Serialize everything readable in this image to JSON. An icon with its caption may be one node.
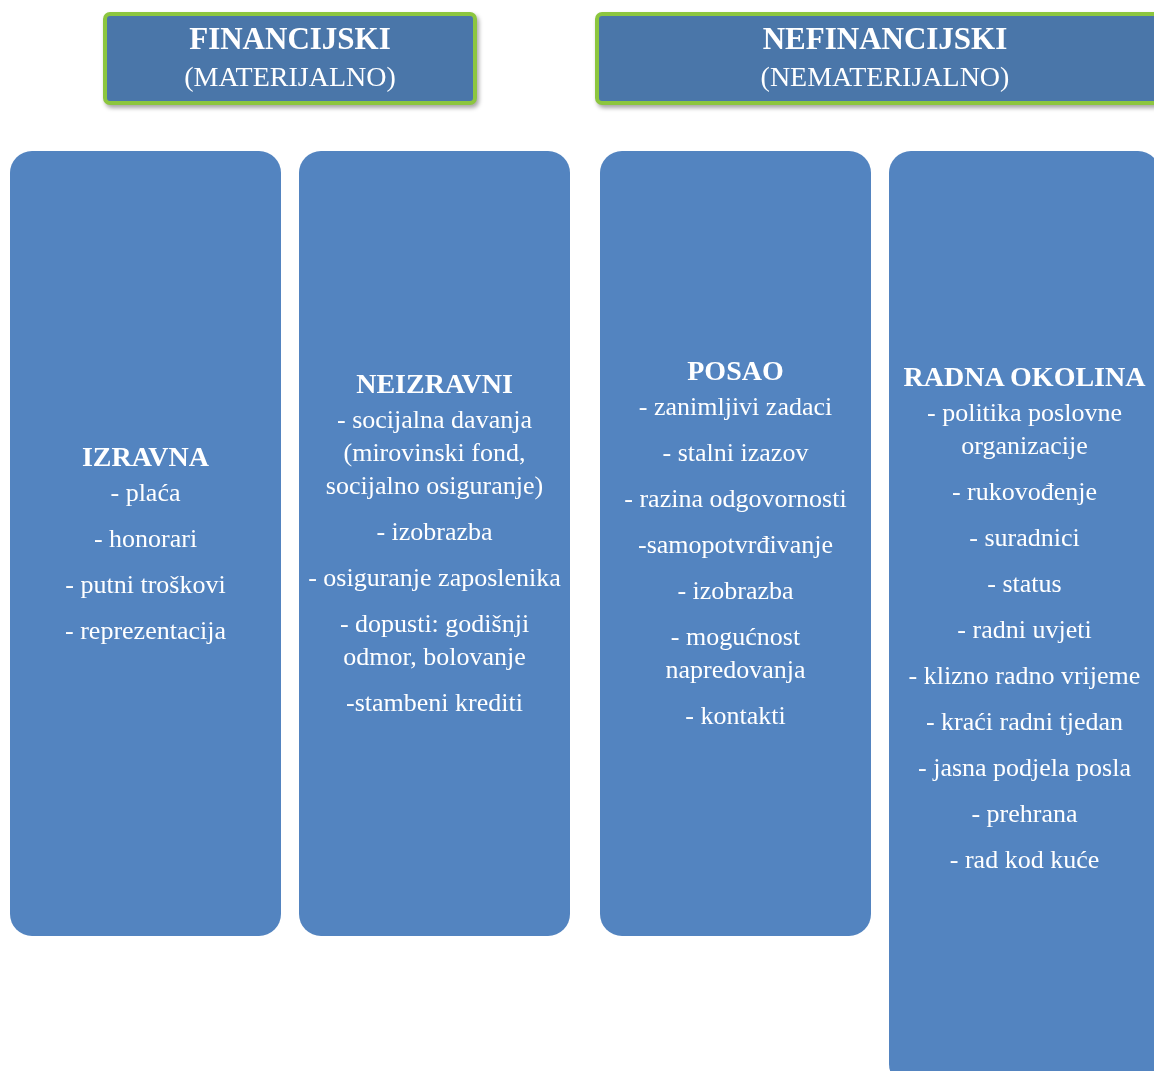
{
  "diagram": {
    "nodes": [
      {
        "text": [
          "FINANCIJSKI",
          "(MATERIJALNO)"
        ]
      },
      {
        "text": [
          "NEFINANCIJSKI",
          "(NEMATERIJALNO)"
        ]
      },
      {
        "text": [
          "IZRAVNA",
          "- plaća",
          "- honorari",
          "- putni troškovi",
          "- reprezentacija"
        ]
      },
      {
        "text": [
          "NEIZRAVNI",
          "- socijalna davanja (mirovinski fond, socijalno osiguranje)",
          "- izobrazba",
          "- osiguranje zaposlenika",
          "- dopusti: godišnji odmor, bolovanje",
          "-stambeni krediti"
        ]
      },
      {
        "text": [
          "POSAO",
          "- zanimljivi zadaci",
          "- stalni izazov",
          "- razina odgovornosti",
          "-samopotvrđivanje",
          "- izobrazba",
          "- mogućnost napredovanja",
          "- kontakti"
        ]
      },
      {
        "text": [
          "RADNA OKOLINA",
          "- politika poslovne organizacije",
          "- rukovođenje",
          "- suradnici",
          "- status",
          "- radni uvjeti",
          "- klizno radno vrijeme",
          "- kraći radni tjedan",
          "- jasna podjela posla",
          "- prehrana",
          "- rad kod kuće"
        ]
      }
    ]
  }
}
